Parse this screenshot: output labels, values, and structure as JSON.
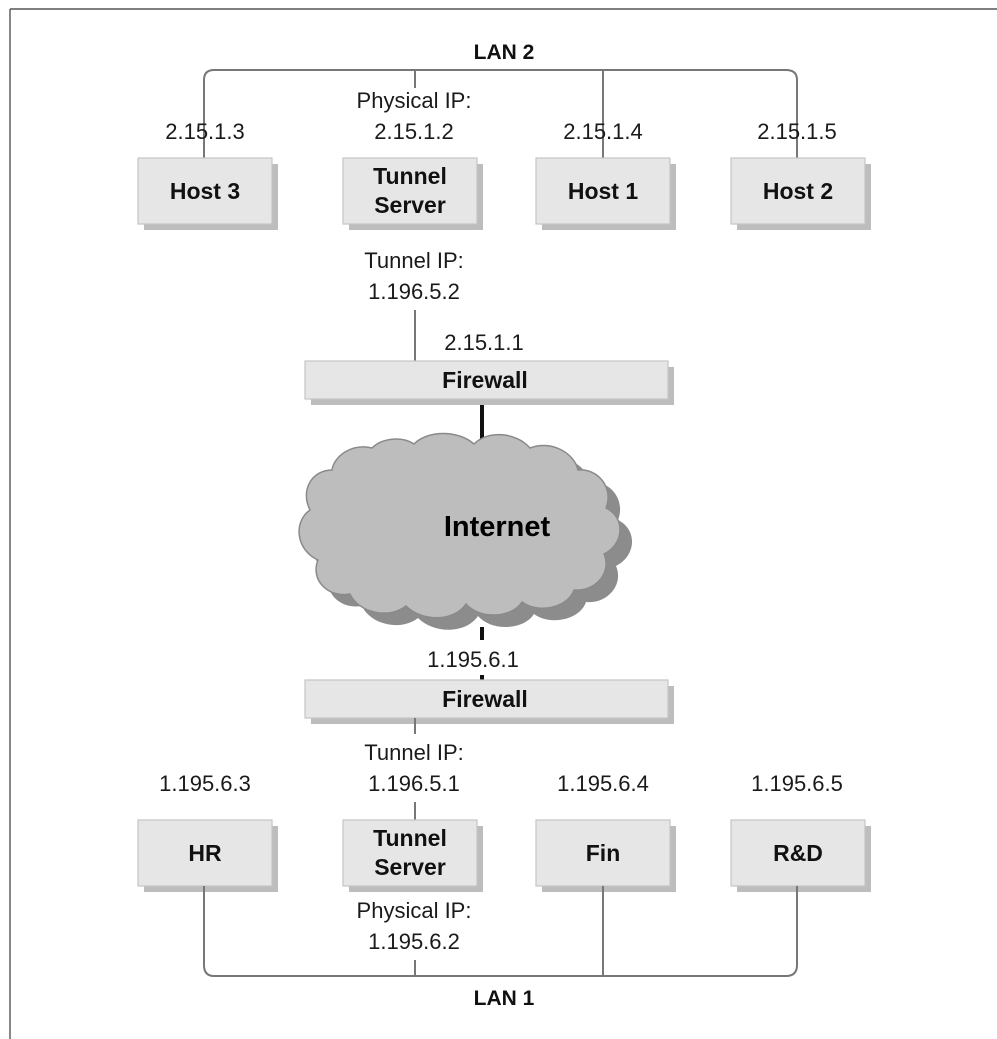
{
  "lan2": {
    "label": "LAN 2",
    "host3": {
      "name": "Host 3",
      "ip": "2.15.1.3"
    },
    "tunnel_server": {
      "name_line1": "Tunnel",
      "name_line2": "Server",
      "physical_ip_label": "Physical IP:",
      "physical_ip": "2.15.1.2",
      "tunnel_ip_label": "Tunnel IP:",
      "tunnel_ip": "1.196.5.2"
    },
    "host1": {
      "name": "Host 1",
      "ip": "2.15.1.4"
    },
    "host2": {
      "name": "Host 2",
      "ip": "2.15.1.5"
    },
    "firewall": {
      "name": "Firewall",
      "ip": "2.15.1.1"
    }
  },
  "internet": {
    "label": "Internet"
  },
  "lan1": {
    "label": "LAN 1",
    "firewall": {
      "name": "Firewall",
      "ip": "1.195.6.1"
    },
    "hr": {
      "name": "HR",
      "ip": "1.195.6.3"
    },
    "tunnel_server": {
      "name_line1": "Tunnel",
      "name_line2": "Server",
      "tunnel_ip_label": "Tunnel IP:",
      "tunnel_ip": "1.196.5.1",
      "physical_ip_label": "Physical IP:",
      "physical_ip": "1.195.6.2"
    },
    "fin": {
      "name": "Fin",
      "ip": "1.195.6.4"
    },
    "rnd": {
      "name": "R&D",
      "ip": "1.195.6.5"
    }
  }
}
